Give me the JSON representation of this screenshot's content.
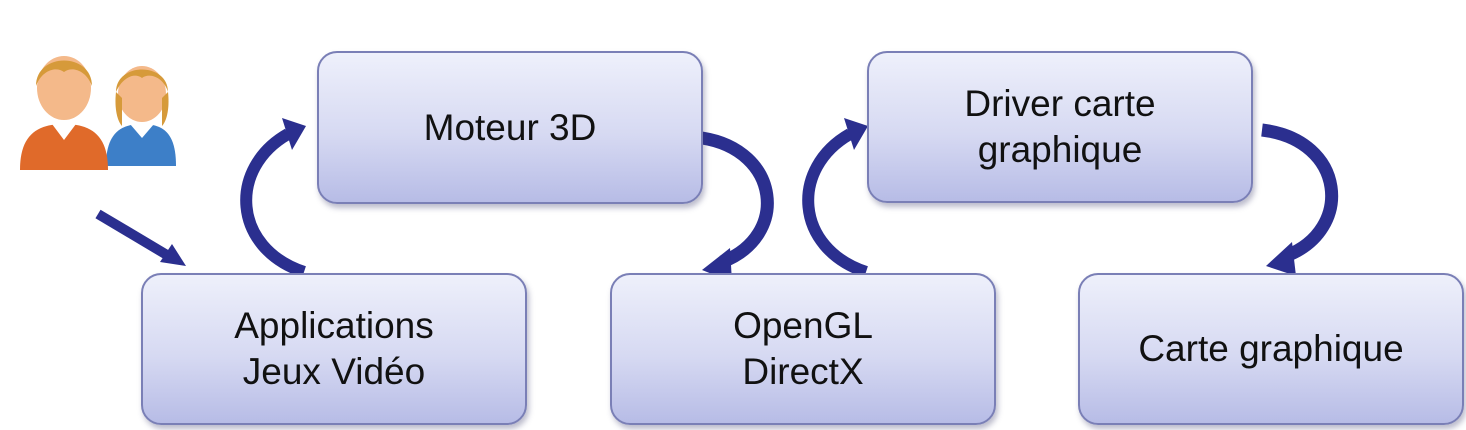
{
  "nodes": {
    "applications": {
      "line1": "Applications",
      "line2": "Jeux Vidéo"
    },
    "moteur": {
      "line1": "Moteur 3D"
    },
    "opengl": {
      "line1": "OpenGL",
      "line2": "DirectX"
    },
    "driver": {
      "line1": "Driver carte",
      "line2": "graphique"
    },
    "carte": {
      "line1": "Carte graphique"
    }
  },
  "icons": {
    "users": "users-icon",
    "flow_arrows": "curved-arrow-icon"
  },
  "colors": {
    "arrow": "#2b2f8f",
    "node_border": "#7a7fb6",
    "node_fill_top": "#eef0fb",
    "node_fill_bottom": "#b7bce6",
    "user_left": "#e06a2a",
    "user_right": "#3d7fc8",
    "skin": "#f4b98a",
    "hair": "#d69a3a"
  }
}
